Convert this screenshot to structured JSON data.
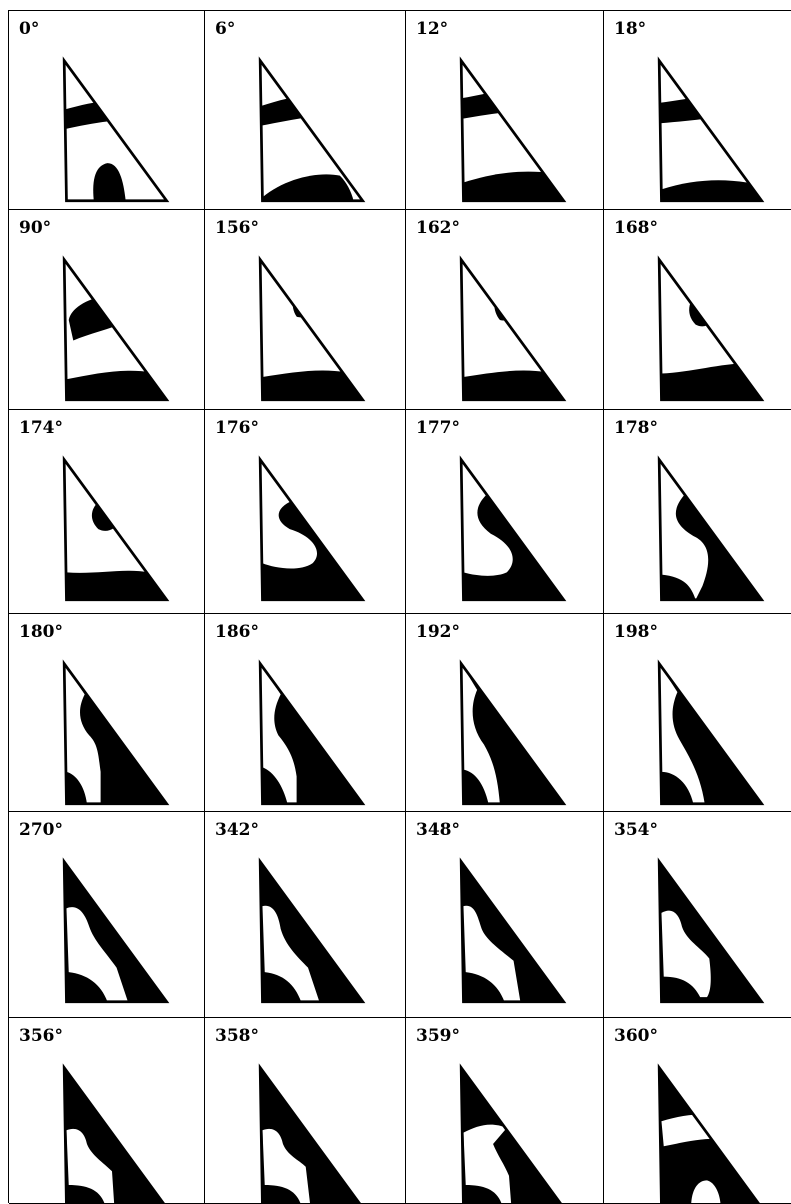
{
  "panels": [
    {
      "angle": "0°",
      "pattern": "p0"
    },
    {
      "angle": "6°",
      "pattern": "p6"
    },
    {
      "angle": "12°",
      "pattern": "p12"
    },
    {
      "angle": "18°",
      "pattern": "p18"
    },
    {
      "angle": "90°",
      "pattern": "p90"
    },
    {
      "angle": "156°",
      "pattern": "p156"
    },
    {
      "angle": "162°",
      "pattern": "p162"
    },
    {
      "angle": "168°",
      "pattern": "p168"
    },
    {
      "angle": "174°",
      "pattern": "p174"
    },
    {
      "angle": "176°",
      "pattern": "p176"
    },
    {
      "angle": "177°",
      "pattern": "p177"
    },
    {
      "angle": "178°",
      "pattern": "p178"
    },
    {
      "angle": "180°",
      "pattern": "p180"
    },
    {
      "angle": "186°",
      "pattern": "p186"
    },
    {
      "angle": "192°",
      "pattern": "p192"
    },
    {
      "angle": "198°",
      "pattern": "p198"
    },
    {
      "angle": "270°",
      "pattern": "p270"
    },
    {
      "angle": "342°",
      "pattern": "p342"
    },
    {
      "angle": "348°",
      "pattern": "p348"
    },
    {
      "angle": "354°",
      "pattern": "p354"
    },
    {
      "angle": "356°",
      "pattern": "p356"
    },
    {
      "angle": "358°",
      "pattern": "p358"
    },
    {
      "angle": "359°",
      "pattern": "p359"
    },
    {
      "angle": "360°",
      "pattern": "p360"
    }
  ]
}
